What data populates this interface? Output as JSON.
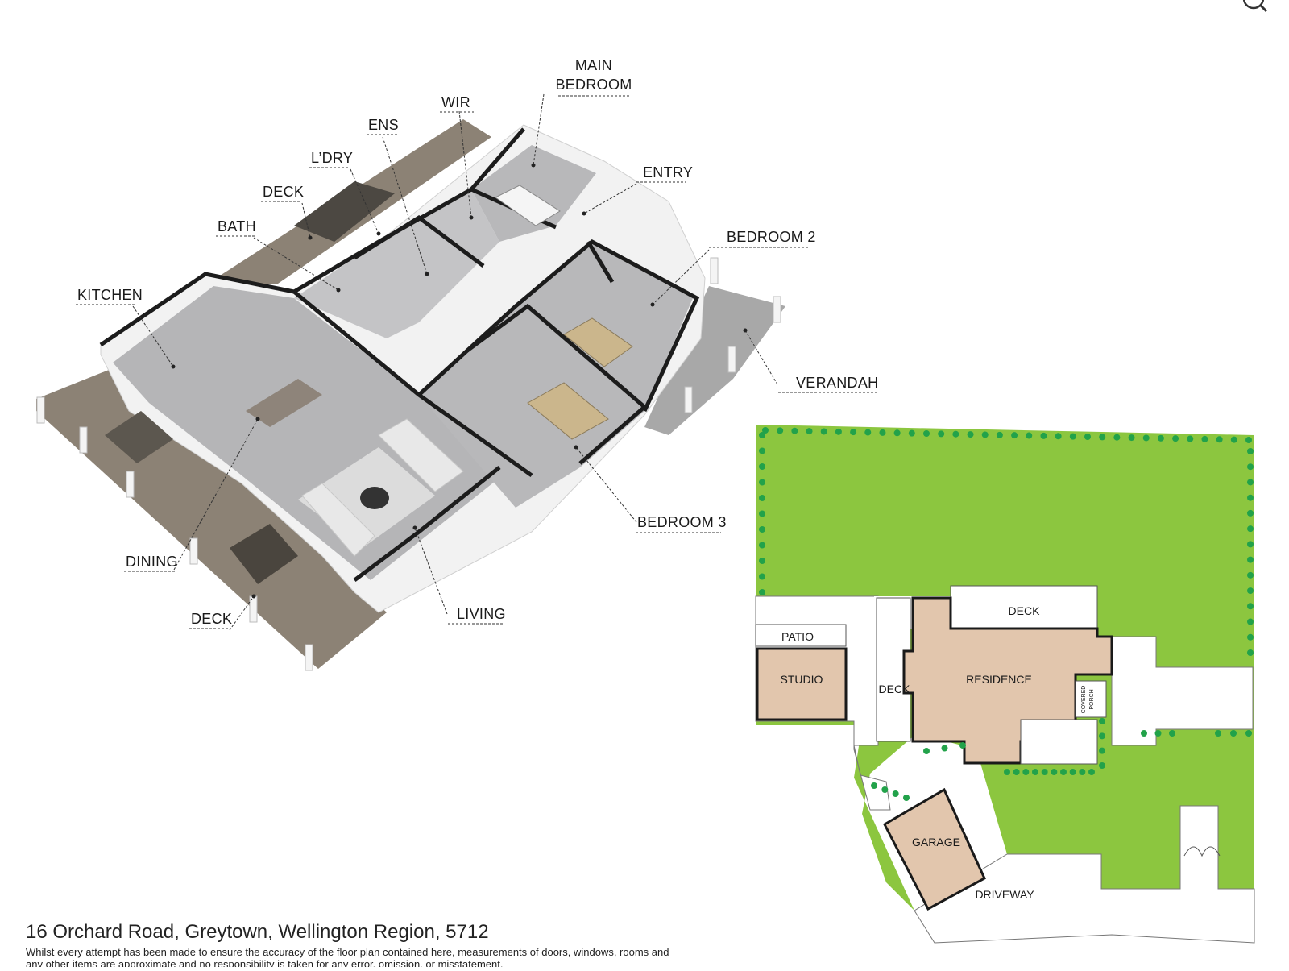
{
  "floor_plan": {
    "rooms": {
      "main_bedroom_l1": "MAIN",
      "main_bedroom_l2": "BEDROOM",
      "wir": "WIR",
      "ens": "ENS",
      "laundry": "L’DRY",
      "deck_rear": "DECK",
      "bath": "BATH",
      "kitchen": "KITCHEN",
      "entry": "ENTRY",
      "bedroom_2": "BEDROOM 2",
      "verandah": "VERANDAH",
      "dining": "DINING",
      "deck_front": "DECK",
      "living": "LIVING",
      "bedroom_3": "BEDROOM 3"
    }
  },
  "site_plan": {
    "labels": {
      "deck_top": "DECK",
      "patio": "PATIO",
      "studio": "STUDIO",
      "deck_side": "DECK",
      "residence": "RESIDENCE",
      "covered_porch_l1": "COVERED",
      "covered_porch_l2": "PORCH",
      "garage": "GARAGE",
      "driveway": "DRIVEWAY"
    },
    "colors": {
      "lawn": "#8cc63f",
      "building": "#e2c6ad",
      "hedge": "#22a24a",
      "outline": "#1a1a1a"
    }
  },
  "property": {
    "address": "16 Orchard Road, Greytown, Wellington Region, 5712",
    "disclaimer": "Whilst every attempt has been made to ensure the accuracy of the floor plan contained here, measurements of doors, windows, rooms and any other items are approximate and no responsibility is taken for any error, omission, or misstatement."
  },
  "toolbar": {
    "zoom_icon": "magnifier-icon"
  }
}
